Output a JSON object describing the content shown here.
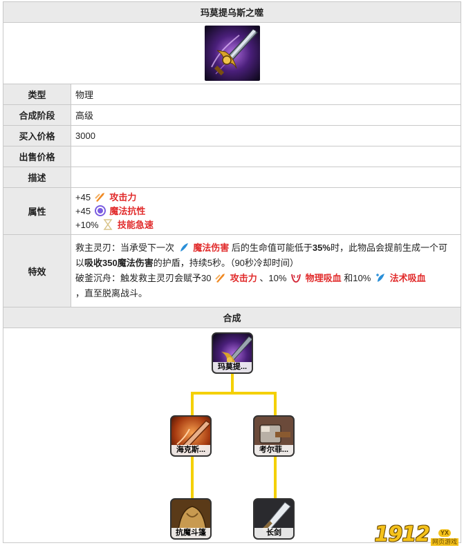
{
  "title": "玛莫提乌斯之噬",
  "rows": {
    "type": {
      "label": "类型",
      "value": "物理"
    },
    "stage": {
      "label": "合成阶段",
      "value": "高级"
    },
    "buy": {
      "label": "买入价格",
      "value": "3000"
    },
    "sell": {
      "label": "出售价格",
      "value": ""
    },
    "desc": {
      "label": "描述",
      "value": ""
    }
  },
  "attributes": {
    "label": "属性",
    "items": [
      {
        "value": "+45",
        "stat": "攻击力",
        "icon": "attack-damage-icon"
      },
      {
        "value": "+45",
        "stat": "魔法抗性",
        "icon": "magic-resist-icon"
      },
      {
        "value": "+10%",
        "stat": "技能急速",
        "icon": "ability-haste-icon"
      }
    ]
  },
  "effects": {
    "label": "特效",
    "p1": {
      "a": "救主灵刃：当承受下一次",
      "b": "魔法伤害",
      "c": "后的生命值可能低于",
      "d": "35%",
      "e": "时，此物品会提前生成一个可以",
      "f": "吸收350魔法伤害",
      "g": "的护盾，持续5秒。（90秒冷却时间）"
    },
    "p2": {
      "a": "破釜沉舟：触发救主灵刃会赋予30",
      "b": "攻击力",
      "c": "、10%",
      "d": "物理吸血",
      "e": "和10%",
      "f": "法术吸血",
      "g": "，直至脱离战斗。"
    }
  },
  "recipe": {
    "label": "合成",
    "root": {
      "name": "玛莫提..."
    },
    "left": {
      "name": "海克斯..."
    },
    "right": {
      "name": "考尔菲..."
    },
    "left_child": {
      "name": "抗魔斗篷"
    },
    "right_child": {
      "name": "长剑"
    }
  },
  "watermark": {
    "number": "1912",
    "badge": "YX",
    "sub": "网页游戏"
  },
  "colors": {
    "highlight": "#e12b2b",
    "tree_line": "#f4d000",
    "header_bg": "#eaeaea"
  }
}
